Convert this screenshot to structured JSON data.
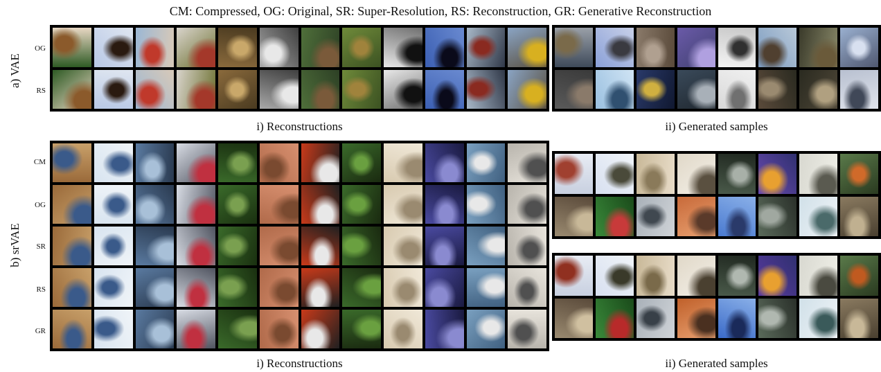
{
  "legend": "CM: Compressed, OG: Original, SR: Super-Resolution, RS: Reconstruction, GR: Generative Reconstruction",
  "section_a": {
    "side_label": "a) VAE",
    "row_labels": [
      "OG",
      "RS"
    ],
    "recon_caption": "i) Reconstructions",
    "gen_caption": "ii) Generated samples"
  },
  "section_b": {
    "side_label": "b) srVAE",
    "row_labels": [
      "CM",
      "OG",
      "SR",
      "RS",
      "GR"
    ],
    "recon_caption": "i) Reconstructions",
    "gen_caption": "ii) Generated samples"
  },
  "palettes": {
    "a_recon": [
      [
        "#2e5a24",
        "#8b5a2b",
        "#e8d7c3"
      ],
      [
        "#b8c8e6",
        "#2a1a10",
        "#dfe6f0"
      ],
      [
        "#9bb7d4",
        "#c0392b",
        "#d8c9b8"
      ],
      [
        "#d9d4cc",
        "#a4382a",
        "#6b6f2e"
      ],
      [
        "#8a6a3c",
        "#c9a86a",
        "#4a3a20"
      ],
      [
        "#a8a8a8",
        "#e8e8e8",
        "#404040"
      ],
      [
        "#4f6f3a",
        "#7a5a3a",
        "#2d4025"
      ],
      [
        "#6f8a3a",
        "#a0833c",
        "#3c5222"
      ],
      [
        "#e8e8e8",
        "#111111",
        "#707070"
      ],
      [
        "#3b5fb3",
        "#0a0a1a",
        "#6a8ad0"
      ],
      [
        "#a8b8c8",
        "#8a2a20",
        "#303848"
      ],
      [
        "#8aa4c4",
        "#d8b020",
        "#5a5040"
      ]
    ],
    "a_gen": [
      [
        "#3e4a5a",
        "#7a6a4a",
        "#9aa0a8"
      ],
      [
        "#8aa0d8",
        "#3a3a40",
        "#c8d0e8"
      ],
      [
        "#8a7a6a",
        "#b0a090",
        "#5a4a3a"
      ],
      [
        "#6a5aa8",
        "#b0a0e0",
        "#404070"
      ],
      [
        "#f4f4f4",
        "#303030",
        "#c8c8c8"
      ],
      [
        "#7a9ac0",
        "#504030",
        "#b8c8d8"
      ],
      [
        "#3a3a2a",
        "#6a5a3a",
        "#8a8a6a"
      ],
      [
        "#9ab0d0",
        "#d8e0f0",
        "#505870"
      ],
      [
        "#5a5a5a",
        "#8a7a6a",
        "#3a3a3a"
      ],
      [
        "#9ac0e0",
        "#305070",
        "#d0e4f4"
      ],
      [
        "#2a3a6a",
        "#d0b040",
        "#101830"
      ],
      [
        "#3a4a5a",
        "#a8b0b8",
        "#202830"
      ],
      [
        "#d8d8d8",
        "#707070",
        "#f0f0f0"
      ],
      [
        "#5a4a3a",
        "#9a8a70",
        "#2a2a20"
      ],
      [
        "#2a2a20",
        "#b0a080",
        "#504838"
      ],
      [
        "#b8c0d0",
        "#404858",
        "#e0e4ec"
      ]
    ],
    "b_recon": [
      [
        "#9a6a3a",
        "#3a5a8a",
        "#c8a06a"
      ],
      [
        "#d8e4f0",
        "#3a5a8a",
        "#f0f4f8"
      ],
      [
        "#5a7aa0",
        "#a8c0d8",
        "#2a3a50"
      ],
      [
        "#d8dce4",
        "#c03040",
        "#505460"
      ],
      [
        "#3a6a2a",
        "#7aa050",
        "#1a3010"
      ],
      [
        "#b06a4a",
        "#7a4a30",
        "#d89070"
      ],
      [
        "#c83a1a",
        "#e8e8e8",
        "#202020"
      ],
      [
        "#3a6a2a",
        "#6aa040",
        "#1a2a10"
      ],
      [
        "#d8cab0",
        "#9a8a70",
        "#f0e8d8"
      ],
      [
        "#4a4aa0",
        "#8a8ad0",
        "#1a1a40"
      ],
      [
        "#7aa0c0",
        "#e8e8e8",
        "#406080"
      ],
      [
        "#b8b4ac",
        "#505050",
        "#e8e4dc"
      ]
    ],
    "b_gen1": [
      [
        "#c8d0e0",
        "#a04030",
        "#e8ecf4"
      ],
      [
        "#d8e0f0",
        "#4a4a3a",
        "#f0f4f8"
      ],
      [
        "#c8b898",
        "#8a7a5a",
        "#e8dcc8"
      ],
      [
        "#e0d8c8",
        "#5a5040",
        "#f4f0e8"
      ],
      [
        "#4a5a4a",
        "#a8b0a8",
        "#202820"
      ],
      [
        "#6a4ab0",
        "#e8a030",
        "#303070"
      ],
      [
        "#d8d8d0",
        "#5a5a50",
        "#f0f0e8"
      ],
      [
        "#5a7a4a",
        "#d06a2a",
        "#2a3a20"
      ],
      [
        "#9a8a70",
        "#c8b898",
        "#5a4a3a"
      ],
      [
        "#3a8a3a",
        "#c83a3a",
        "#1a4a1a"
      ],
      [
        "#a8b0b8",
        "#404850",
        "#d0d4d8"
      ],
      [
        "#c86a3a",
        "#5a3a2a",
        "#e8a070"
      ],
      [
        "#4a7ad0",
        "#2a3a6a",
        "#8ab0e8"
      ],
      [
        "#5a6a5a",
        "#a0a8a0",
        "#2a302a"
      ],
      [
        "#d0e0e8",
        "#4a6a6a",
        "#f0f4f8"
      ],
      [
        "#8a7a60",
        "#c0b090",
        "#4a4030"
      ]
    ],
    "b_gen2": [
      [
        "#c8d0e0",
        "#903020",
        "#e8ecf4"
      ],
      [
        "#d8e0f0",
        "#3a3a2a",
        "#f0f4f8"
      ],
      [
        "#c8b898",
        "#7a6a4a",
        "#e8dcc8"
      ],
      [
        "#e0d8c8",
        "#4a4030",
        "#f4f0e8"
      ],
      [
        "#4a5a4a",
        "#b0b8b0",
        "#202820"
      ],
      [
        "#5a3aa0",
        "#e8a030",
        "#303070"
      ],
      [
        "#d8d8d0",
        "#4a4a40",
        "#f0f0e8"
      ],
      [
        "#5a7a4a",
        "#c05a20",
        "#2a3a20"
      ],
      [
        "#9a8a70",
        "#d0c0a0",
        "#5a4a3a"
      ],
      [
        "#3a8a3a",
        "#b82a2a",
        "#1a4a1a"
      ],
      [
        "#a8b0b8",
        "#384048",
        "#d0d4d8"
      ],
      [
        "#c0602a",
        "#4a3020",
        "#e8a070"
      ],
      [
        "#3a6ac8",
        "#1a2a5a",
        "#8ab0e8"
      ],
      [
        "#5a6a5a",
        "#b0b8b0",
        "#2a302a"
      ],
      [
        "#d0e0e8",
        "#3a5a5a",
        "#f0f4f8"
      ],
      [
        "#8a7a60",
        "#c8b898",
        "#4a4030"
      ]
    ]
  }
}
